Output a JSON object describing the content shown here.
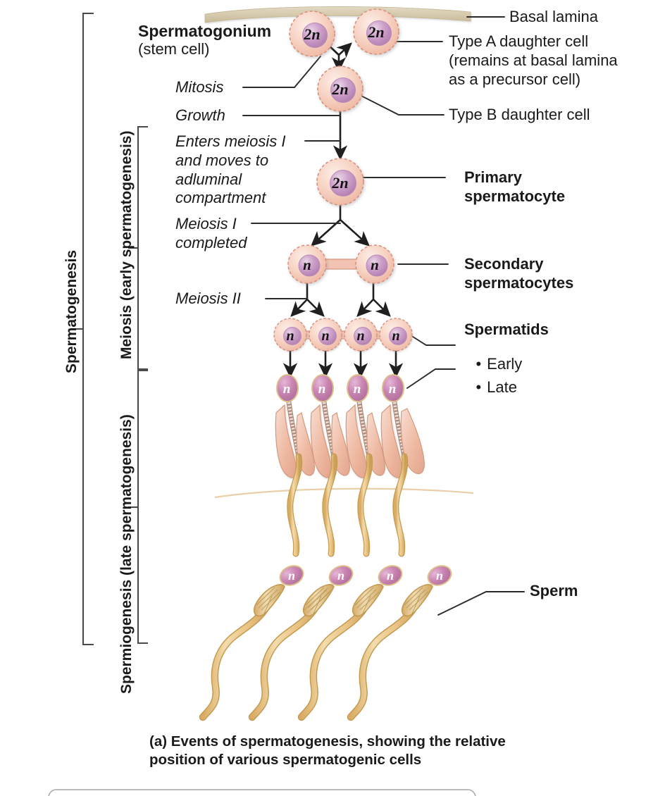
{
  "figure": {
    "caption": "(a) Events of spermatogenesis, showing the relative\nposition of various spermatogenic cells"
  },
  "brackets": {
    "outer_label": "Spermatogenesis",
    "inner_upper_label": "Meiosis (early spermatogenesis)",
    "inner_lower_label": "Spermiogenesis (late spermatogenesis)"
  },
  "left_labels": {
    "spermatogonium": "Spermatogonium",
    "spermatogonium_sub": "(stem cell)",
    "mitosis": "Mitosis",
    "growth": "Growth",
    "enters_meiosis": "Enters meiosis I\nand moves to\nadluminal\ncompartment",
    "meiosis_i_completed": "Meiosis I\ncompleted",
    "meiosis_ii": "Meiosis II"
  },
  "right_labels": {
    "basal_lamina": "Basal lamina",
    "type_a": "Type A daughter cell\n(remains at basal lamina\nas a precursor cell)",
    "type_b": "Type B daughter cell",
    "primary_spermatocyte": "Primary\nspermatocyte",
    "secondary_spermatocytes": "Secondary\nspermatocytes",
    "spermatids_title": "Spermatids",
    "spermatids_early": "Early",
    "spermatids_late": "Late",
    "bullet_glyph": "•",
    "sperm": "Sperm"
  },
  "cells": {
    "ploidy_diploid": "2n",
    "ploidy_haploid": "n",
    "stem_cell": "2n",
    "type_a_cell": "2n",
    "type_b_cell": "2n",
    "primary_spermatocyte_cell": "2n",
    "secondary_spermatocyte_cells": [
      "n",
      "n"
    ],
    "spermatid_cells": [
      "n",
      "n",
      "n",
      "n"
    ],
    "early_spermatid_heads": [
      "n",
      "n",
      "n",
      "n"
    ],
    "sperm_heads": [
      "n",
      "n",
      "n",
      "n"
    ]
  },
  "colors": {
    "cell_cytoplasm": "#f6cfc0",
    "cell_outline": "#d99079",
    "nucleus": "#c79bc4",
    "nucleus_dark": "#b07fae",
    "basal_lamina": "#d9cdb4",
    "sperm_tail": "#e8c486",
    "sperm_tail_outline": "#c59c52",
    "sperm_head": "#cd87b4",
    "residual_body": "#efb7a0",
    "leader_line": "#2b2b2b",
    "bracket": "#4a4a4a",
    "text": "#1a1a1a",
    "frame_border": "#b3b3b3",
    "lumen_line": "#e8c9a0"
  }
}
